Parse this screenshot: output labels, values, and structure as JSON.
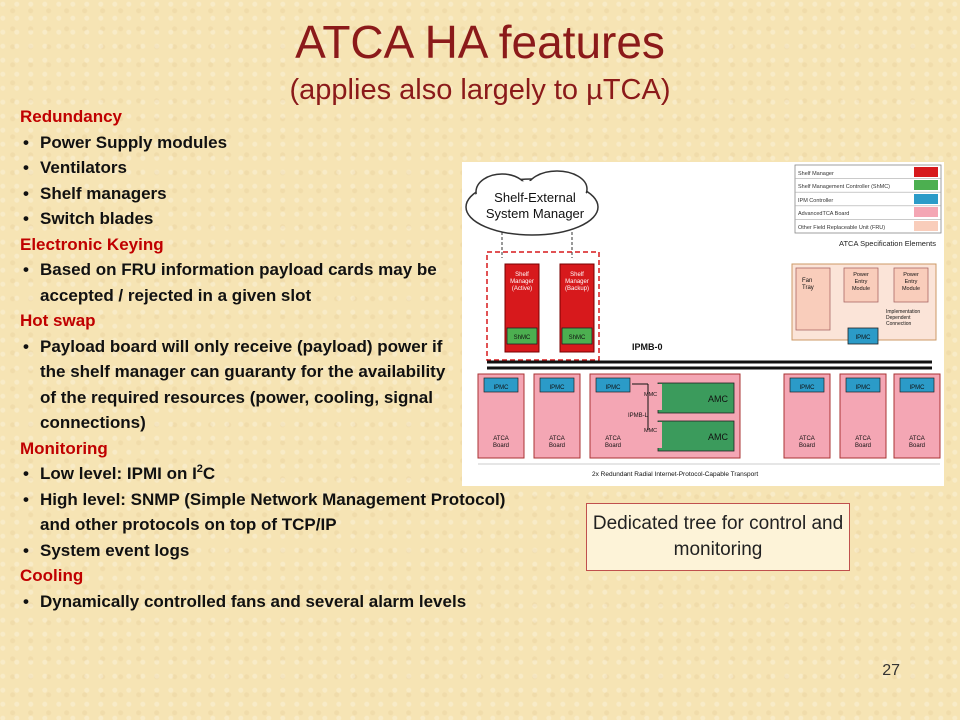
{
  "slide": {
    "title": "ATCA HA features",
    "subtitle": "(applies also largely to µTCA)",
    "page_number": "27"
  },
  "sections": [
    {
      "heading": "Redundancy",
      "items": [
        "Power Supply modules",
        "Ventilators",
        "Shelf managers",
        "Switch blades"
      ]
    },
    {
      "heading": "Electronic Keying",
      "items": [
        "Based on FRU information payload cards may be accepted / rejected in a given slot"
      ]
    },
    {
      "heading": "Hot swap",
      "items": [
        "Payload board will only receive (payload) power if the shelf manager can guaranty for the availability of the required resources (power, cooling, signal connections)"
      ]
    },
    {
      "heading": "Monitoring",
      "items_lowlevel": {
        "before": "Low level: IPMI on I",
        "sup": "2",
        "after": "C"
      },
      "items": [
        "High level: SNMP (Simple Network Management Protocol) and other protocols on top of TCP/IP",
        "System event logs"
      ]
    },
    {
      "heading": "Cooling",
      "items": [
        "Dynamically controlled fans and several alarm levels"
      ]
    }
  ],
  "callout": {
    "text": "Dedicated tree for control and monitoring"
  },
  "diagram": {
    "cloud_line1": "Shelf-External",
    "cloud_line2": "System Manager",
    "legend": [
      {
        "label": "Shelf Manager",
        "color": "#d7191c"
      },
      {
        "label": "Shelf Management Controller (ShMC)",
        "color": "#4caf50"
      },
      {
        "label": "IPM Controller",
        "color": "#2b9bc8"
      },
      {
        "label": "AdvancedTCA Board",
        "color": "#f4a6b4"
      },
      {
        "label": "Other Field Replaceable Unit (FRU)",
        "color": "#f9cdbb"
      }
    ],
    "legend_caption": "ATCA Specification Elements",
    "shelf_manager_active": [
      "Shelf",
      "Manager",
      "(Active)"
    ],
    "shelf_manager_backup": [
      "Shelf",
      "Manager",
      "(Backup)"
    ],
    "shmc": "ShMC",
    "ipmb0": "IPMB-0",
    "ipmbl": "IPMB-L",
    "ipmc": "IPMC",
    "mmc": "MMC",
    "amc": "AMC",
    "atca_board": [
      "ATCA",
      "Board"
    ],
    "fan_tray": [
      "Fan",
      "Tray"
    ],
    "power_entry": [
      "Power",
      "Entry",
      "Module"
    ],
    "impl_dep": [
      "Implementation",
      "Dependent",
      "Connection"
    ],
    "bottom_caption": "2x Redundant Radial Internet-Protocol-Capable Transport"
  }
}
